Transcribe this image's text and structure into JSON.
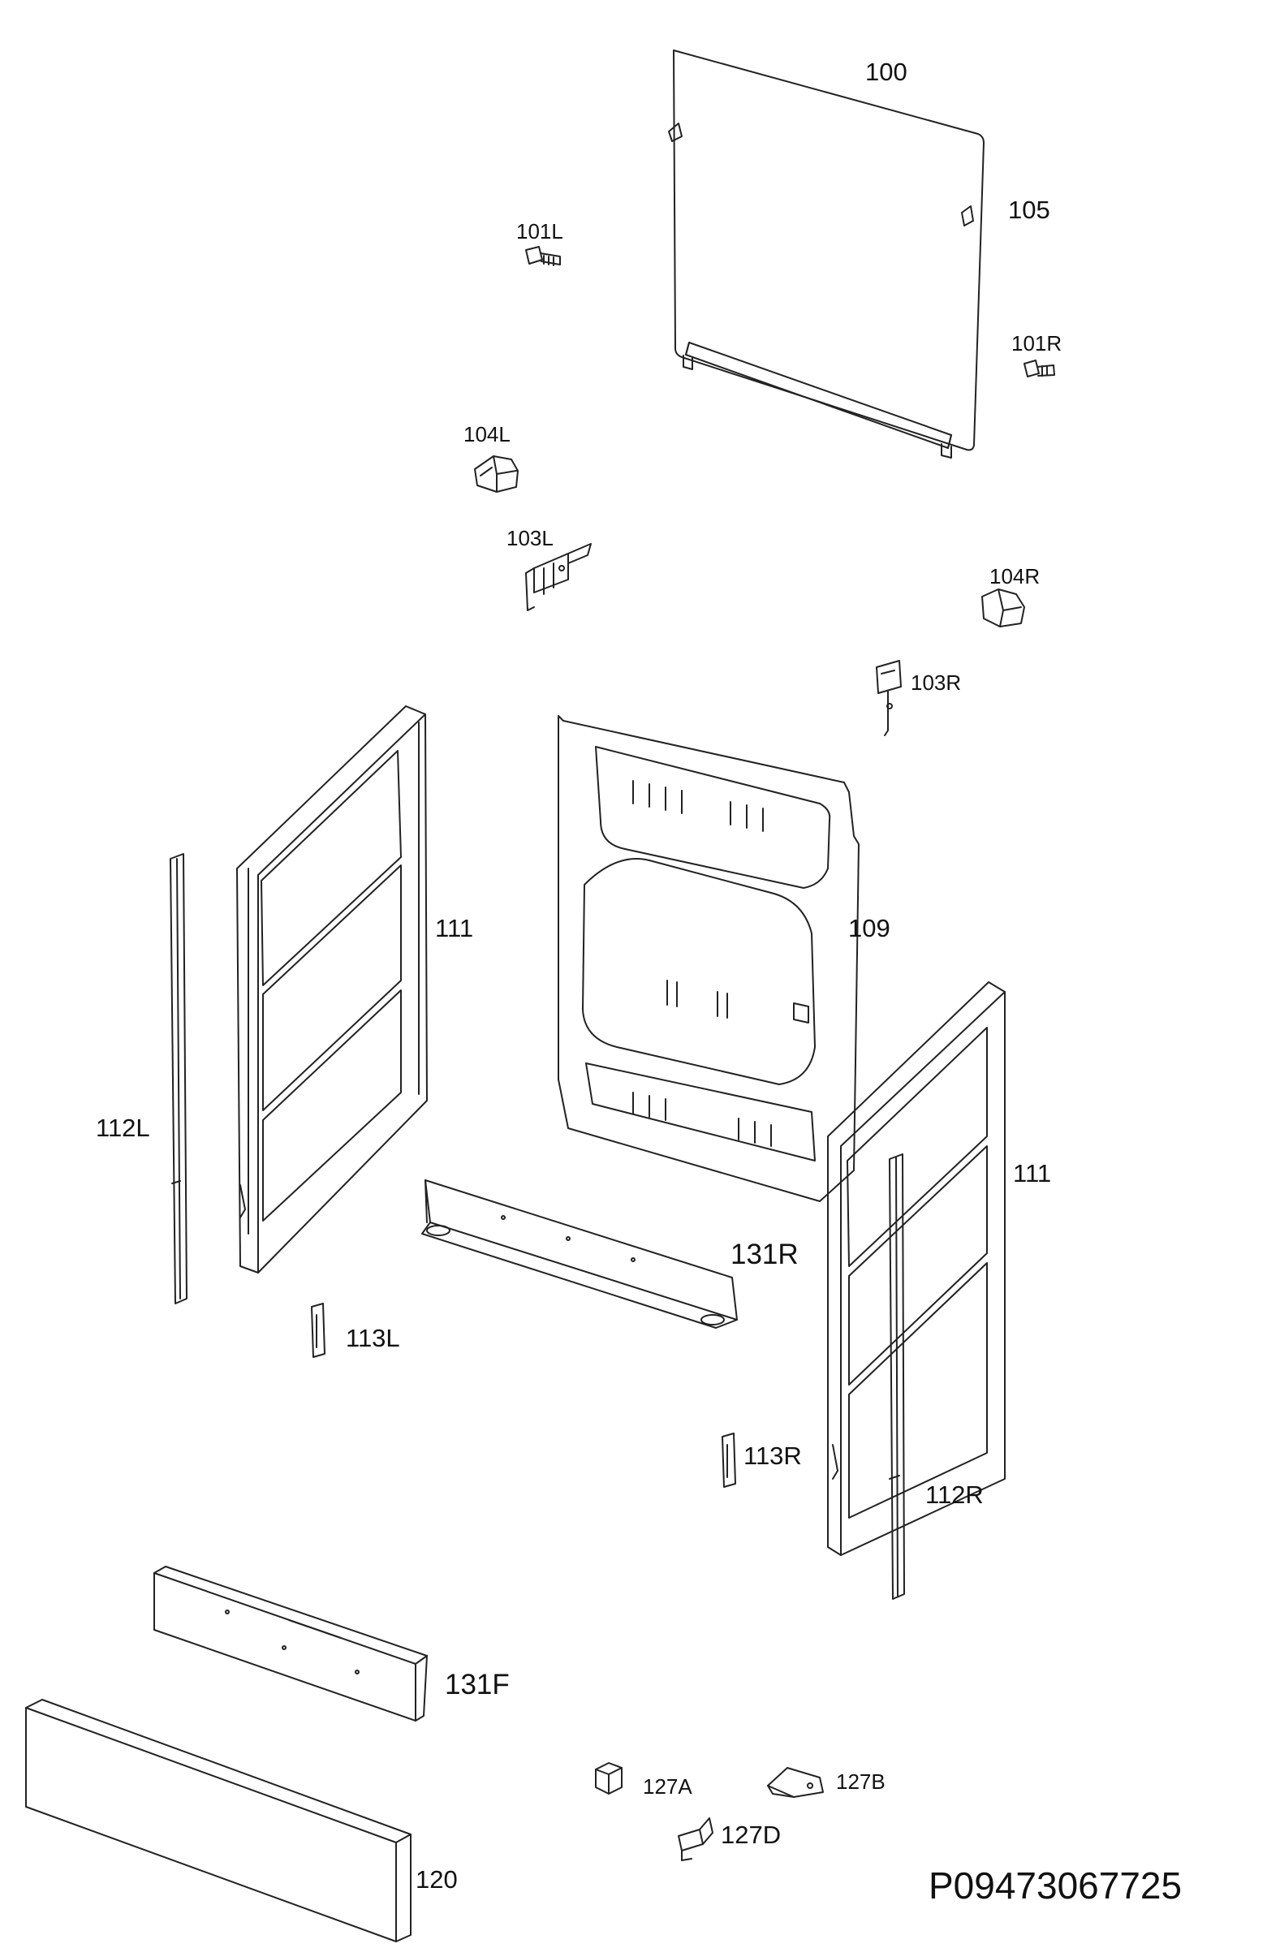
{
  "diagram": {
    "drawing_code": "P09473067725",
    "parts": [
      {
        "id": "100",
        "label": "100"
      },
      {
        "id": "105",
        "label": "105"
      },
      {
        "id": "101L",
        "label": "101L"
      },
      {
        "id": "101R",
        "label": "101R"
      },
      {
        "id": "104L",
        "label": "104L"
      },
      {
        "id": "103L",
        "label": "103L"
      },
      {
        "id": "104R",
        "label": "104R"
      },
      {
        "id": "103R",
        "label": "103R"
      },
      {
        "id": "111-left",
        "label": "111"
      },
      {
        "id": "109",
        "label": "109"
      },
      {
        "id": "112L",
        "label": "112L"
      },
      {
        "id": "111-right",
        "label": "111"
      },
      {
        "id": "131R",
        "label": "131R"
      },
      {
        "id": "113L",
        "label": "113L"
      },
      {
        "id": "113R",
        "label": "113R"
      },
      {
        "id": "112R",
        "label": "112R"
      },
      {
        "id": "131F",
        "label": "131F"
      },
      {
        "id": "127A",
        "label": "127A"
      },
      {
        "id": "127B",
        "label": "127B"
      },
      {
        "id": "127D",
        "label": "127D"
      },
      {
        "id": "120",
        "label": "120"
      }
    ]
  },
  "colors": {
    "line": "#222222",
    "text": "#111111",
    "background": "#ffffff"
  }
}
